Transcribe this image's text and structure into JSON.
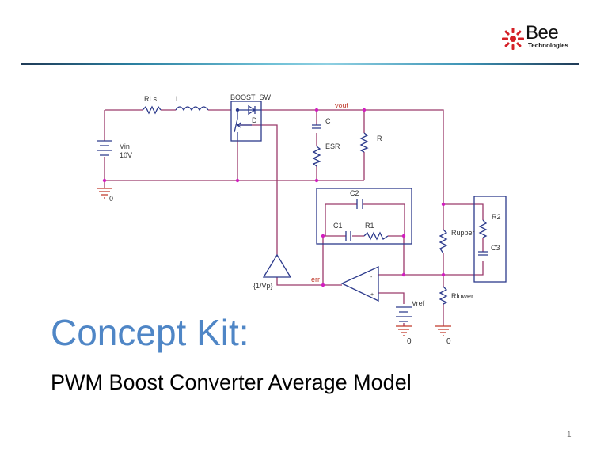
{
  "logo": {
    "brand": "Bee",
    "tagline": "Technologies",
    "icon": "starburst-logo-icon",
    "brand_color": "#d42027"
  },
  "schematic": {
    "wire_color": "#9b3a6b",
    "component_color": "#2c3a8c",
    "node_color": "#d21fbf",
    "labels": {
      "rls": "RLs",
      "l": "L",
      "boost_sw": "BOOST_SW",
      "d": "D",
      "vout": "vout",
      "c": "C",
      "esr": "ESR",
      "r": "R",
      "vin": "Vin",
      "vin_value": "10V",
      "gnd_vin": "0",
      "c2": "C2",
      "c1": "C1",
      "r1": "R1",
      "r2": "R2",
      "c3": "C3",
      "rupper": "Rupper",
      "rlower": "Rlower",
      "err": "err",
      "gain": "{1/Vp}",
      "vref": "Vref",
      "gnd_vref": "0",
      "gnd_rlower": "0",
      "opamp_minus": "-",
      "opamp_plus": "+"
    }
  },
  "slide": {
    "title": "Concept Kit:",
    "subtitle": "PWM Boost Converter Average Model",
    "page_number": "1"
  }
}
